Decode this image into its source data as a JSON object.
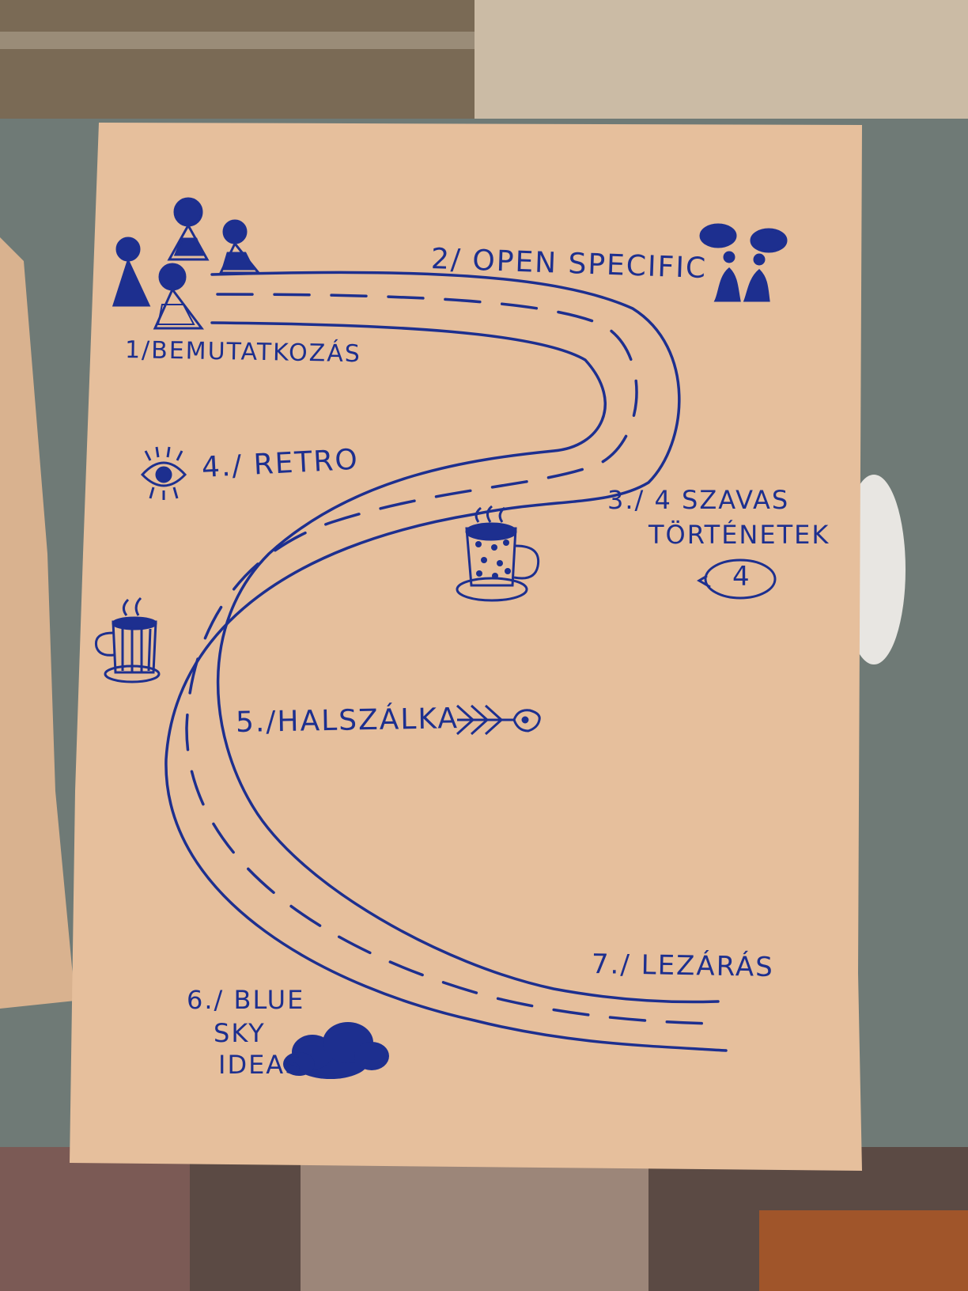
{
  "labels": {
    "step1": "1/BEMUTATKOZÁS",
    "step2": "2/ OPEN SPECIFIC",
    "step3_line1": "3./ 4 SZAVAS",
    "step3_line2": "TÖRTÉNETEK",
    "step3_bubble": "4",
    "step4": "4./ RETRO",
    "step5": "5./HALSZÁLKA",
    "step6_line1": "6./ BLUE",
    "step6_line2": "SKY",
    "step6_line3": "IDEAS",
    "step7": "7./ LEZÁRÁS"
  },
  "colors": {
    "paper": "#e6bf9c",
    "ink": "#1d2f8f",
    "table": "#6f7a76",
    "carpet": "#7a6a55",
    "floor": "#a0552a"
  },
  "icons": [
    "people-group-icon",
    "speech-bubbles-icon",
    "eye-icon",
    "coffee-cup-icon",
    "coffee-mug-icon",
    "fishbone-icon",
    "cloud-icon",
    "speech-bubble-icon"
  ]
}
